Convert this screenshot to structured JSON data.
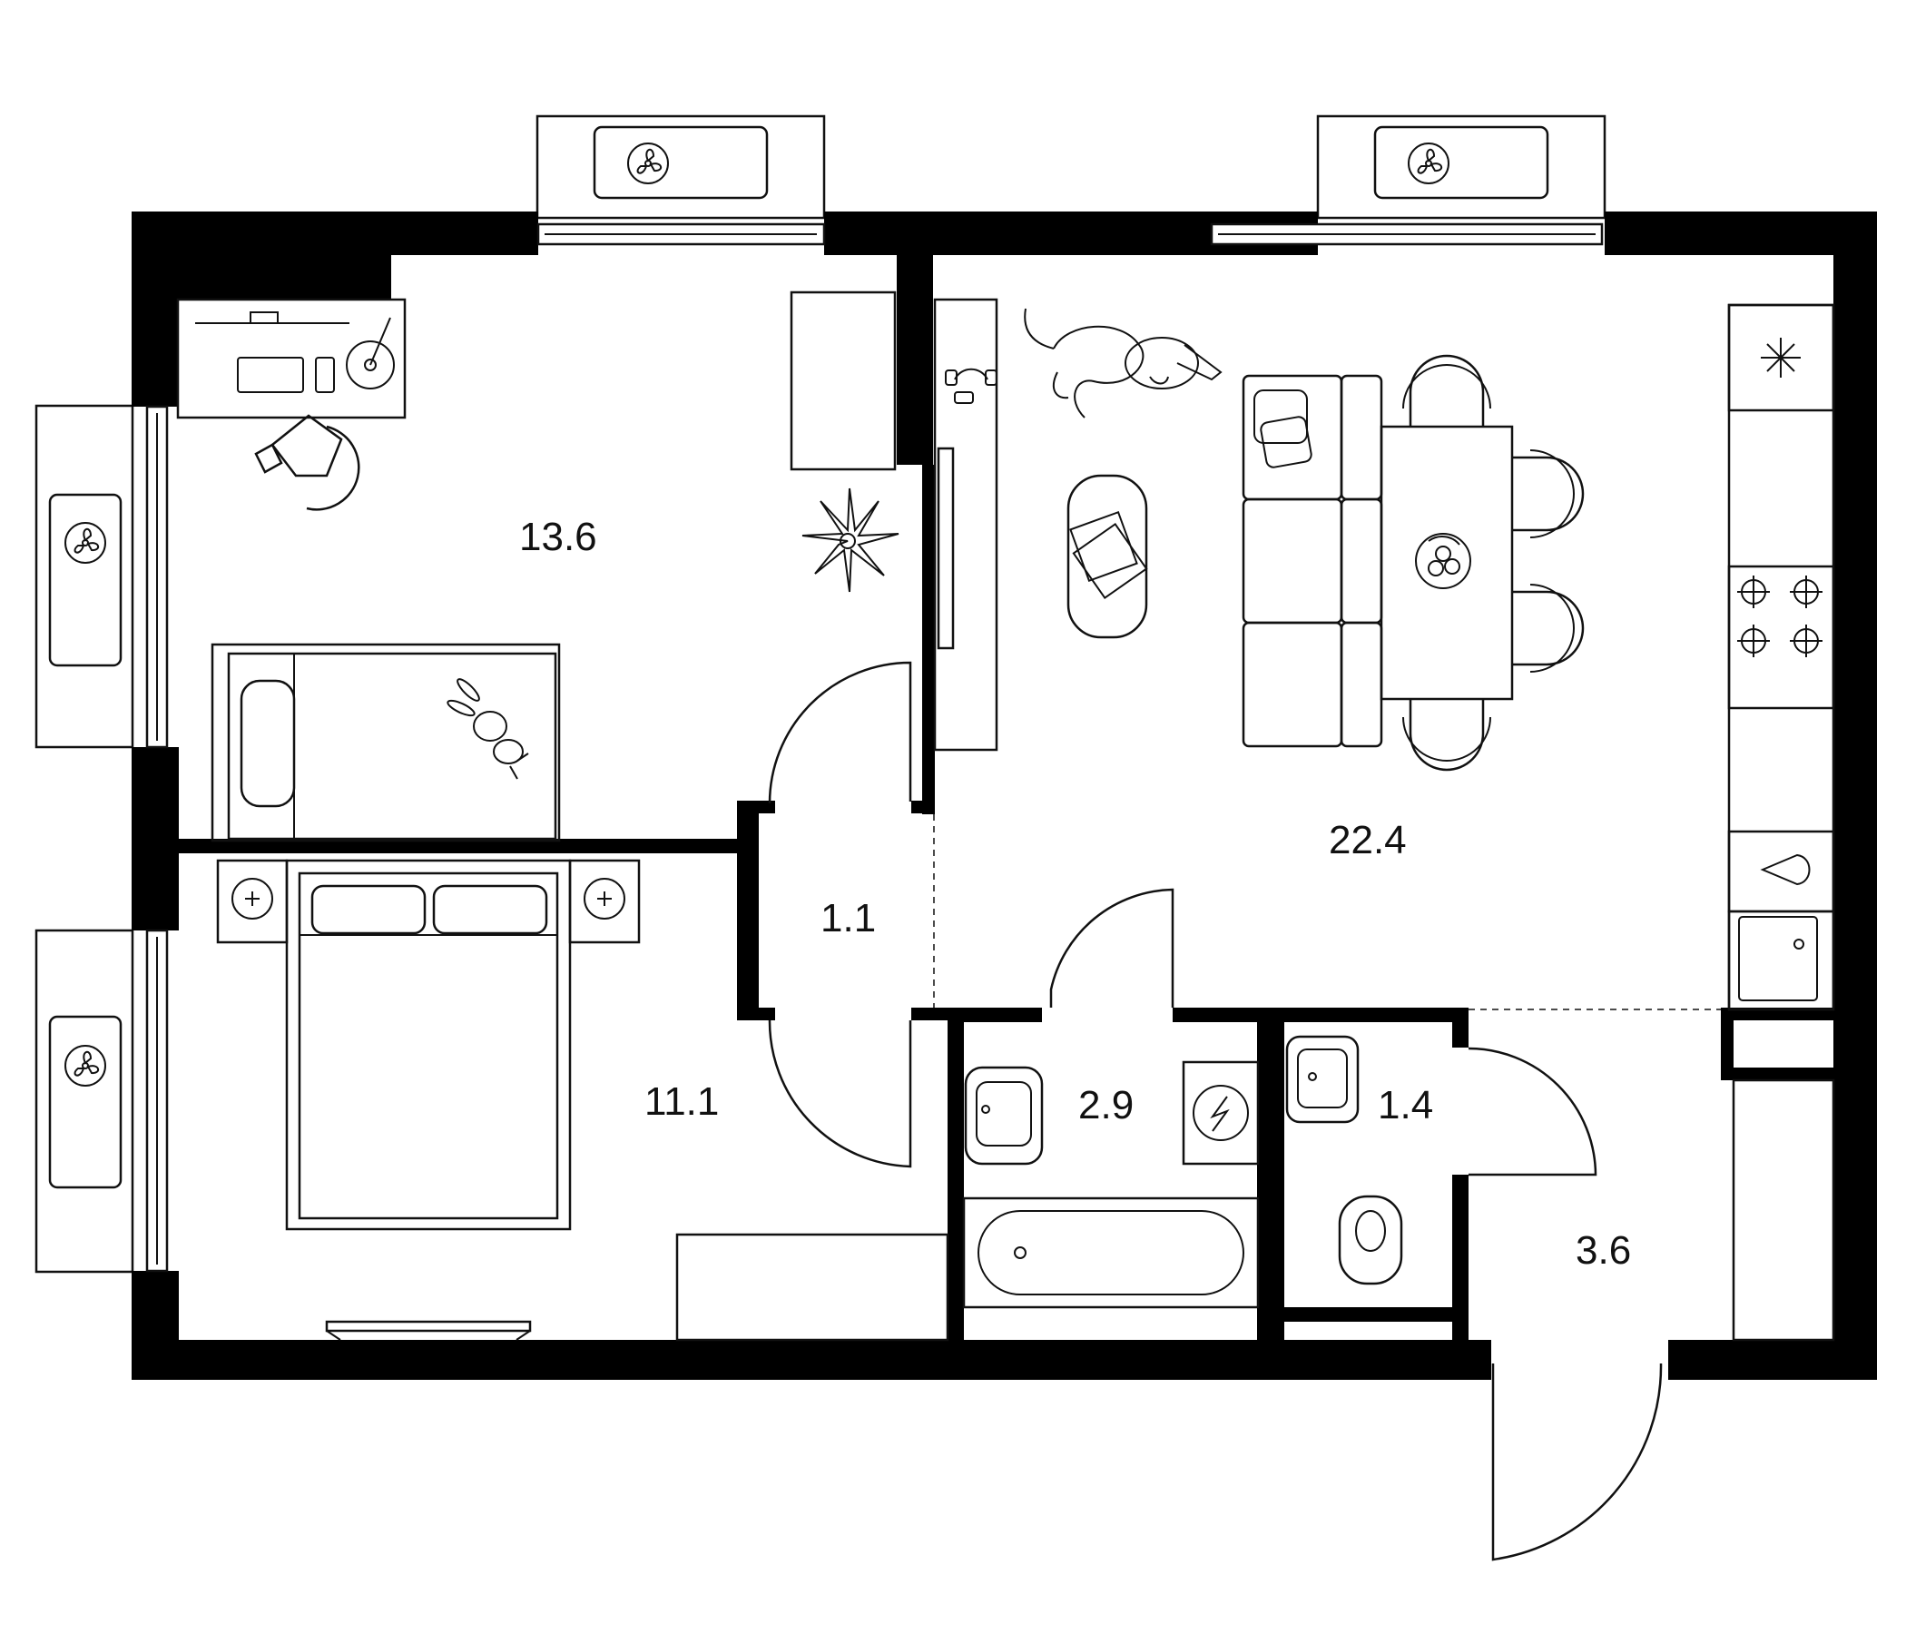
{
  "colors": {
    "wall": "#000000",
    "line": "#111111",
    "background": "#ffffff"
  },
  "rooms": [
    {
      "id": "bedroom-kids",
      "area": "13.6"
    },
    {
      "id": "bedroom-main",
      "area": "11.1"
    },
    {
      "id": "hall-small",
      "area": "1.1"
    },
    {
      "id": "living-kitchen",
      "area": "22.4"
    },
    {
      "id": "bathroom",
      "area": "2.9"
    },
    {
      "id": "toilet",
      "area": "1.4"
    },
    {
      "id": "entrance-hall",
      "area": "3.6"
    }
  ],
  "icons": [
    "fan-icon",
    "snowflake-icon",
    "stove-burner-icon",
    "water-drop-icon",
    "fruit-bowl-icon",
    "dog-icon",
    "teddy-bunny-icon",
    "plant-icon",
    "headphones-icon",
    "washing-machine-icon"
  ]
}
